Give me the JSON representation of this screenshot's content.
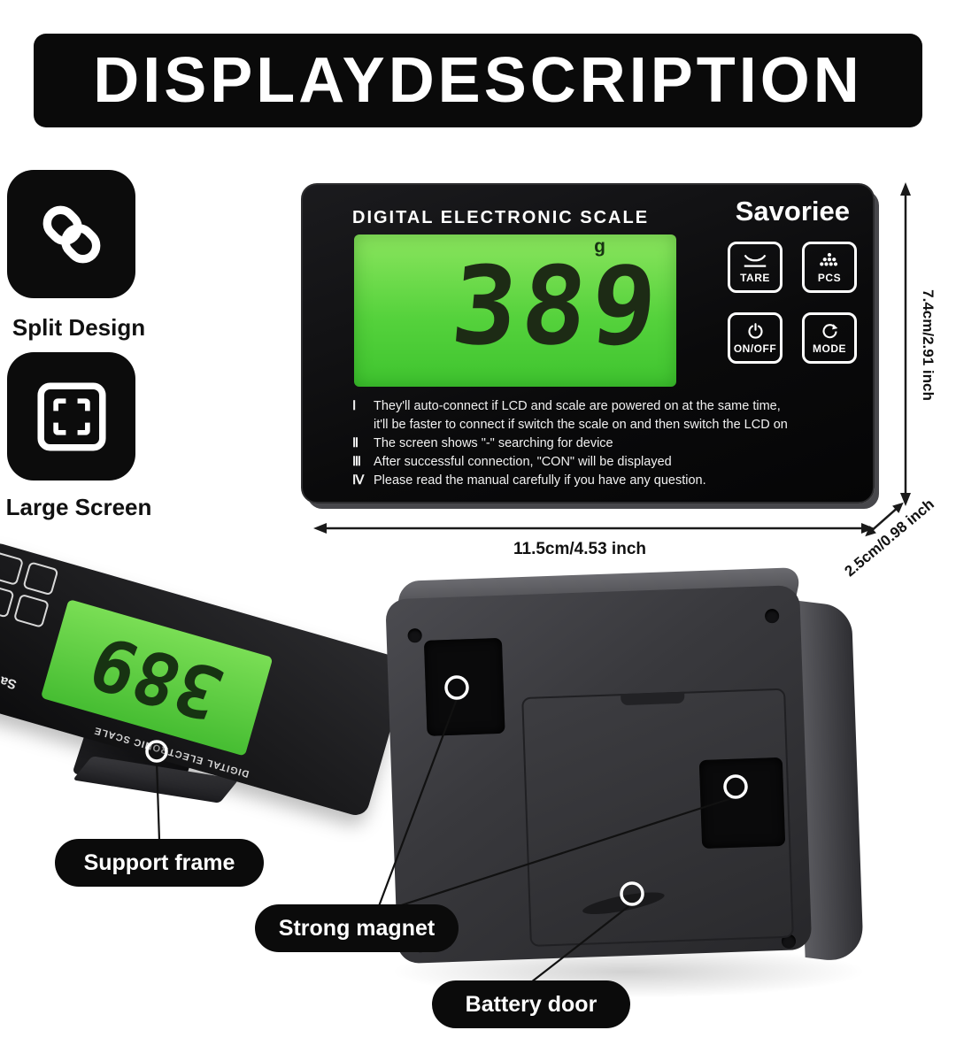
{
  "title": "DISPLAYDESCRIPTION",
  "features": [
    {
      "label": "Split Design",
      "icon": "chain-link-icon"
    },
    {
      "label": "Large Screen",
      "icon": "screen-frame-icon"
    }
  ],
  "panel": {
    "header": "DIGITAL ELECTRONIC SCALE",
    "brand": "Savoriee",
    "lcd": {
      "value": "389",
      "unit": "g"
    },
    "buttons": [
      {
        "label": "TARE"
      },
      {
        "label": "PCS"
      },
      {
        "label": "ON/OFF"
      },
      {
        "label": "MODE"
      }
    ],
    "notes": [
      {
        "num": "Ⅰ",
        "text": "They'll auto-connect if LCD and scale are powered on at the same time,"
      },
      {
        "num": "",
        "text": "it'll be faster to connect if switch the scale on and then switch the LCD on"
      },
      {
        "num": "Ⅱ",
        "text": "The screen shows \"-\" searching for device"
      },
      {
        "num": "Ⅲ",
        "text": "After successful connection, \"CON\" will be displayed"
      },
      {
        "num": "Ⅳ",
        "text": "Please read the manual carefully if you have any question."
      }
    ]
  },
  "dimensions": {
    "height": "7.4cm/2.91 inch",
    "width": "11.5cm/4.53 inch",
    "depth": "2.5cm/0.98 inch"
  },
  "callouts": [
    {
      "label": "Support frame"
    },
    {
      "label": "Strong magnet"
    },
    {
      "label": "Battery door"
    }
  ],
  "colors": {
    "lcd_green": "#55d23c",
    "panel_black": "#0a0a0b",
    "label_black": "#0b0b0b"
  }
}
